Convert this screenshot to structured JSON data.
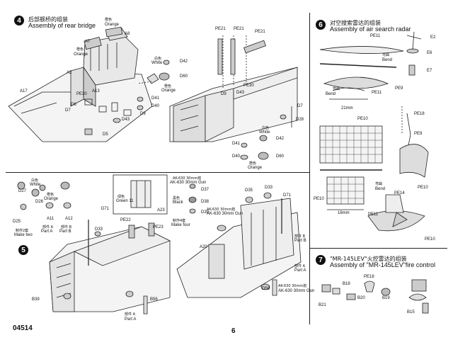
{
  "footer": {
    "kit_number": "04514",
    "page_number": "6"
  },
  "step4": {
    "number": "4",
    "title_cn": "后部舰桥的组装",
    "title_en": "Assembly of rear bridge",
    "labels": {
      "a8": "A8",
      "a7": "A7",
      "orange_cn_1": "橙色",
      "orange_1": "Orange",
      "orange_cn_2": "橙色",
      "orange_2": "Orange",
      "a2": "A2",
      "a17": "A17",
      "pe30": "PE30",
      "a13": "A13",
      "d7": "D7",
      "d6": "D6",
      "d5": "D5",
      "d43": "D43",
      "d9": "D9",
      "d40": "D40",
      "d41": "D41",
      "white_cn": "白色",
      "white": "White",
      "d42": "D42",
      "d60": "D60",
      "orange_cn_3": "橙色",
      "orange_3": "Orange",
      "pe21_a": "PE21",
      "pe21_b": "PE21",
      "pe21_c": "PE21",
      "pe30_r": "PE30",
      "d9_r": "D9",
      "d43_r": "D43",
      "d7_r": "D7",
      "d28": "D28",
      "white_cn_r": "白色",
      "white_r": "White",
      "d42_r": "D42",
      "d41_r": "D41",
      "d40_r": "D40",
      "d60_r": "D60",
      "orange_cn_r": "橙色",
      "orange_r": "Orange"
    }
  },
  "step6": {
    "number": "6",
    "title_cn": "对空搜索雷达的组装",
    "title_en": "Assembly of air search radar",
    "labels": {
      "pe11_a": "PE11",
      "e2": "E2",
      "e6": "E6",
      "bend_cn_a": "弯曲",
      "bend_a": "Bend",
      "e7": "E7",
      "pe11_b": "PE11",
      "pe9_a": "PE9",
      "bend_cn_b": "弯曲",
      "bend_b": "Bend",
      "dim_21": "21mm",
      "pe18": "PE18",
      "pe10_a": "PE10",
      "pe9_b": "PE9",
      "pe10_b": "PE10",
      "bend_cn_c": "弯曲",
      "bend_c": "Bend",
      "pe10_c": "PE10",
      "pe14": "PE14",
      "dim_16": "16mm",
      "pe11_c": "PE11",
      "pe10_d": "PE10"
    }
  },
  "step5": {
    "number": "5",
    "labels": {
      "d27": "D27",
      "white_cn": "白色",
      "white": "White",
      "d26": "D26",
      "orange_cn": "橙色",
      "orange": "Orange",
      "d25": "D25",
      "make_two_cn": "制作2套",
      "make_two": "Make two",
      "a11": "A11",
      "part_a_cn": "部件 A",
      "part_a": "Part A",
      "a12": "A12",
      "part_b_cn": "部件 B",
      "part_b": "Part B",
      "d71_l": "D71",
      "d33_l": "D33",
      "pe22": "PE22",
      "pe23": "PE23",
      "b39": "B39",
      "b56": "B56",
      "part_a2_cn": "部件 A",
      "part_a2": "Part A",
      "green_cn": "绿色",
      "green": "Green 11",
      "a23": "A23",
      "ak630_cn_1": "AK-630 30mm炮",
      "ak630_1": "AK-630 30mm Gun",
      "d37": "D37",
      "black_cn": "黑色",
      "black": "Black",
      "d38": "D38",
      "d39": "D39",
      "make_four_cn": "制作4套",
      "make_four": "Make four",
      "d35": "D35",
      "d33_r": "D33",
      "d71_r": "D71",
      "ak630_cn_2": "AK-630 30mm炮",
      "ak630_2": "AK-630 30mm Gun",
      "a20": "A20",
      "part_b2_cn": "部件 B",
      "part_b2": "Part B",
      "part_a3_cn": "部件 A",
      "part_a3": "Part A",
      "d58": "D58",
      "ak630_cn_3": "AK-630 30mm炮",
      "ak630_3": "AK-630 30mm Gun"
    }
  },
  "step7": {
    "number": "7",
    "title_cn": "\"MR-145LEV\"火控雷达的组装",
    "title_en": "Assembly of \"MR-145LEV\"fire control",
    "labels": {
      "b18": "B18",
      "pe18": "PE18",
      "b21": "B21",
      "b20": "B20",
      "b19": "B19",
      "b15": "B15"
    }
  }
}
